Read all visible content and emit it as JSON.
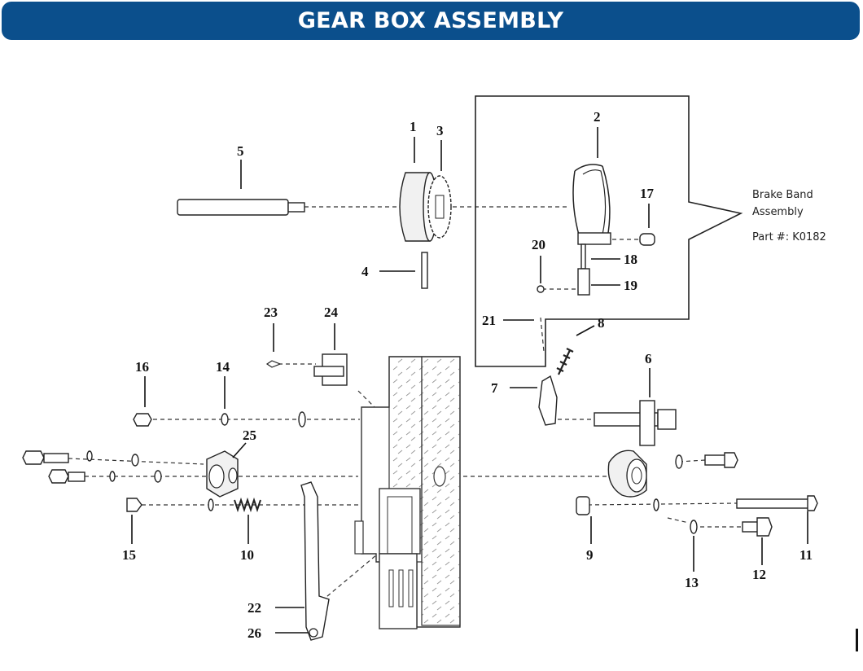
{
  "header": {
    "title": "GEAR BOX ASSEMBLY"
  },
  "colors": {
    "banner": "#0b4f8c",
    "banner_text": "#ffffff"
  },
  "callout": {
    "line1": "Brake Band",
    "line2": "Assembly",
    "part_number": "Part #: K0182"
  },
  "part_labels": {
    "p1": "1",
    "p2": "2",
    "p3": "3",
    "p4": "4",
    "p5": "5",
    "p6": "6",
    "p7": "7",
    "p8": "8",
    "p9": "9",
    "p10": "10",
    "p11": "11",
    "p12": "12",
    "p13": "13",
    "p14": "14",
    "p15": "15",
    "p16": "16",
    "p17": "17",
    "p18": "18",
    "p19": "19",
    "p20": "20",
    "p21": "21",
    "p22": "22",
    "p23": "23",
    "p24": "24",
    "p25": "25",
    "p26": "26"
  }
}
